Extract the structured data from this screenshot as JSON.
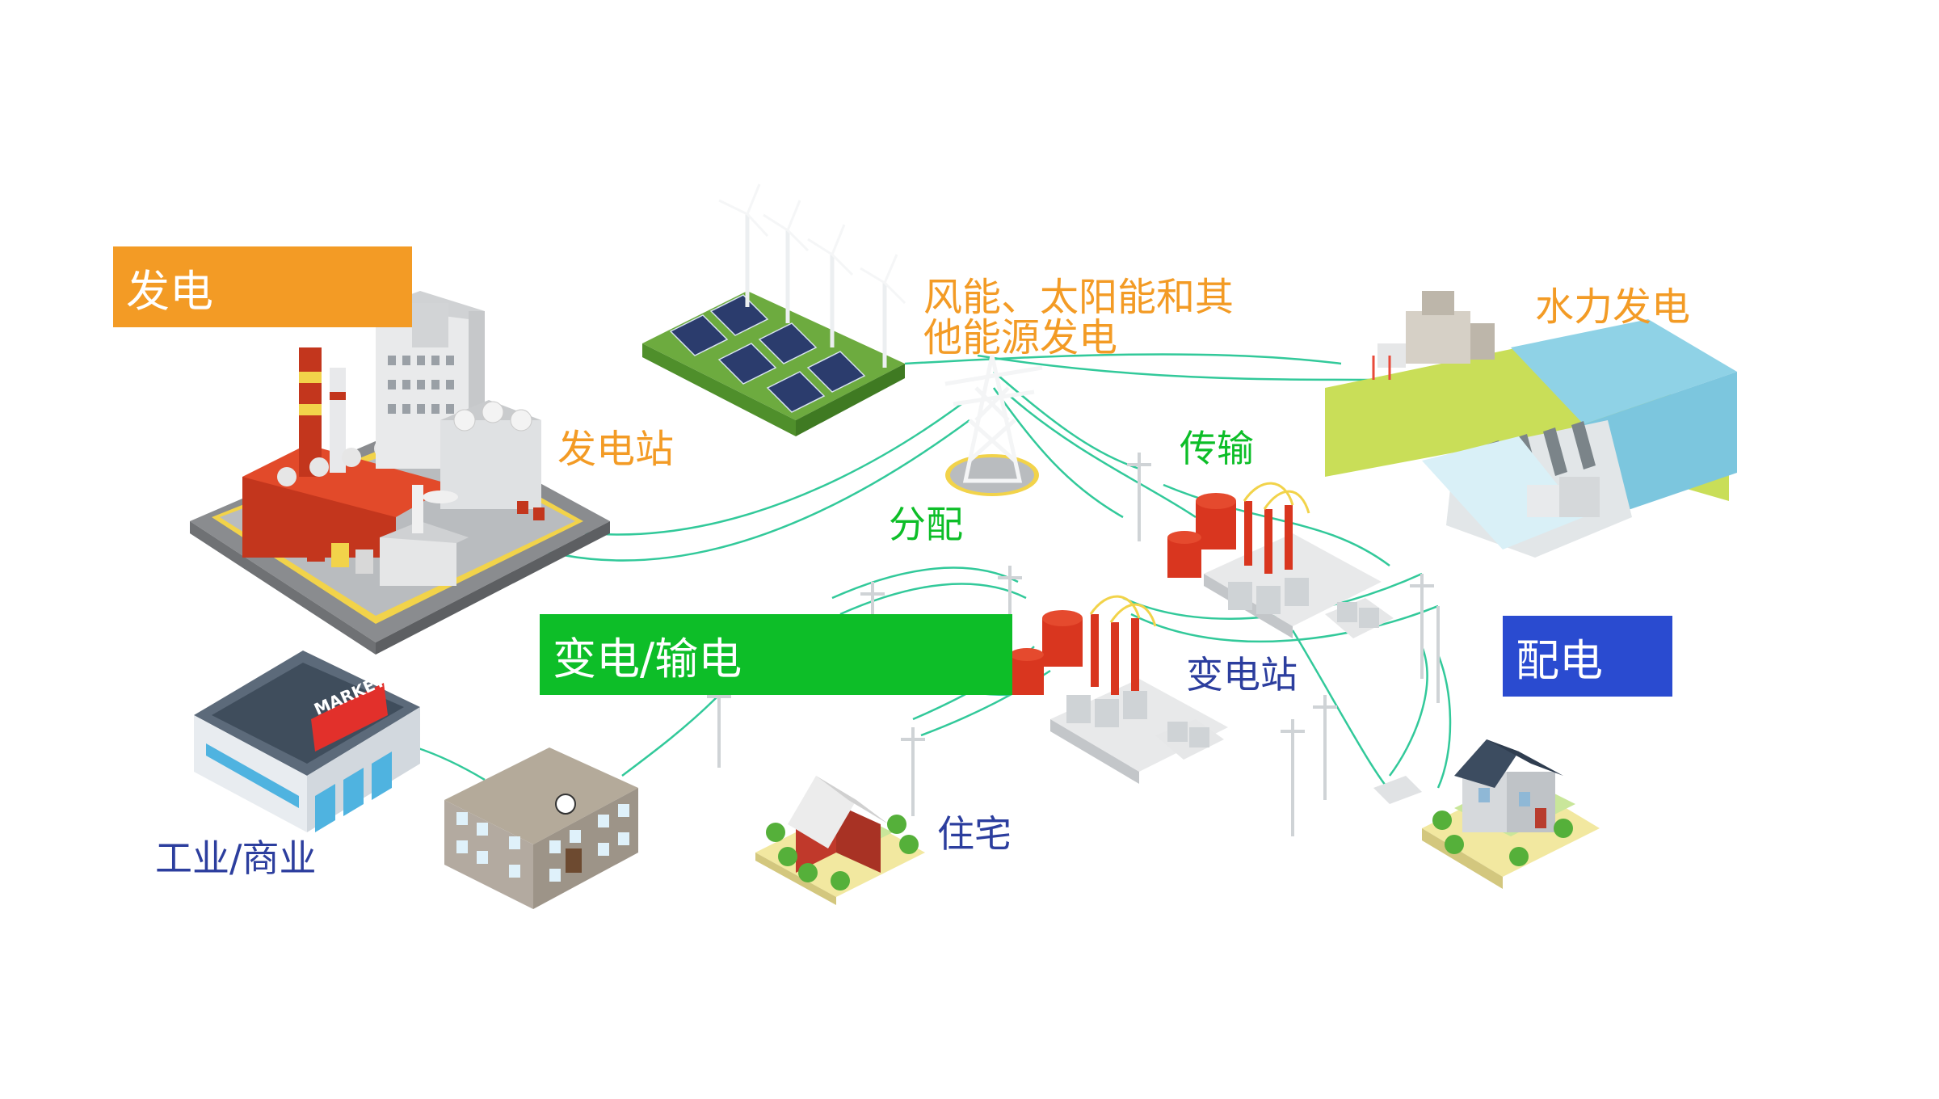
{
  "headers": {
    "generation": "发电",
    "transmission": "变电/输电",
    "distribution": "配电"
  },
  "labels": {
    "power_plant": "发电站",
    "renewables_line1": "风能、太阳能和其",
    "renewables_line2": "他能源发电",
    "hydro": "水力发电",
    "transmission": "传输",
    "distribution": "分配",
    "substation": "变电站",
    "residential": "住宅",
    "industrial_commercial": "工业/商业",
    "market_sign": "MARKET"
  },
  "colors": {
    "orange": "#f39b25",
    "green": "#0dbe28",
    "blue": "#2a4bd0",
    "navy": "#2c3e9e",
    "wire": "#32c99a"
  }
}
